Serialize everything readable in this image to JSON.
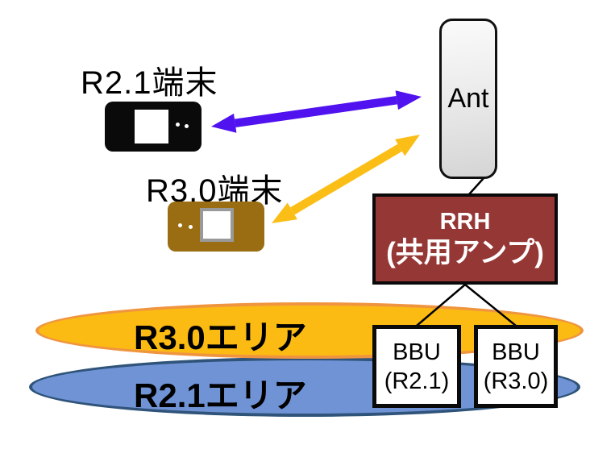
{
  "labels": {
    "terminal_r21": "R2.1端末",
    "terminal_r30": "R3.0端末",
    "ant": "Ant",
    "rrh_line1": "RRH",
    "rrh_line2": "(共用アンプ)",
    "bbu_left_line1": "BBU",
    "bbu_left_line2": "(R2.1)",
    "bbu_right_line1": "BBU",
    "bbu_right_line2": "(R3.0)",
    "area_r30": "R3.0エリア",
    "area_r21": "R2.1エリア"
  },
  "colors": {
    "purple_arrow": "#5012ee",
    "yellow_arrow": "#fbbe17",
    "orange_ellipse_fill": "#fbbb13",
    "orange_ellipse_stroke": "#f0953f",
    "blue_ellipse_fill": "#7093d6",
    "blue_ellipse_stroke": "#2f5379",
    "rrh_fill": "#953735",
    "terminal_r21_fill": "#0a0a0a",
    "terminal_r30_fill": "#9a6d12",
    "connector": "#000000"
  },
  "icons": {
    "device_r21": "mobile-router-icon",
    "device_r30": "mobile-router-icon",
    "arrow_r21_ant": "double-headed-arrow-icon",
    "arrow_r30_ant": "double-headed-arrow-icon"
  }
}
